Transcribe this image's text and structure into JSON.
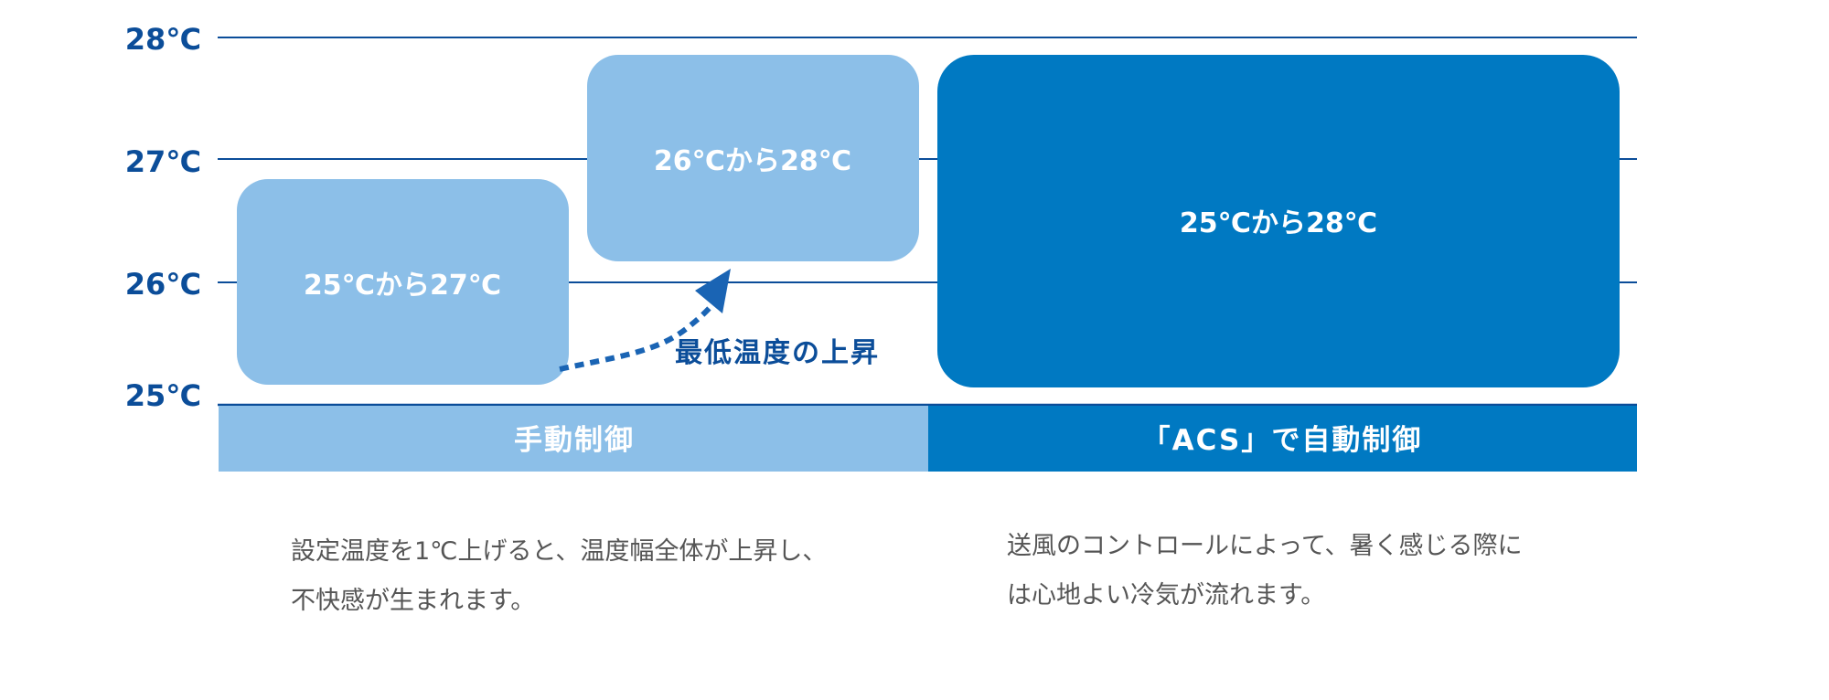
{
  "colors": {
    "light_blue": "#8cbfe8",
    "dark_blue": "#0079c2",
    "navy": "#0b4d99",
    "arrow": "#1a64b4",
    "caption": "#555555",
    "white": "#ffffff"
  },
  "temperature_levels": [
    "28℃",
    "27℃",
    "26℃",
    "25℃"
  ],
  "boxes": {
    "manual": "25℃から27℃",
    "manual_raised": "26℃から28℃",
    "acs": "25℃から28℃"
  },
  "arrow_label": "最低温度の上昇",
  "columns": {
    "manual": "手動制御",
    "acs": "「ACS」で自動制御"
  },
  "captions": {
    "manual": [
      "設定温度を1℃上げると、温度幅全体が上昇し、",
      "不快感が生まれます。"
    ],
    "acs": [
      "送風のコントロールによって、暑く感じる際に",
      "は心地よい冷気が流れます。"
    ]
  }
}
